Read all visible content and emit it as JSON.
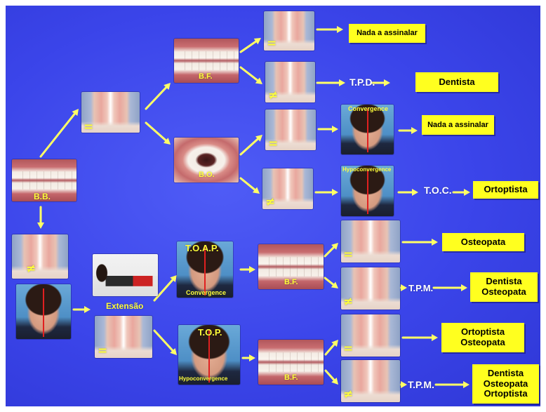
{
  "labels": {
    "bb": "B.B.",
    "bf": "B.F.",
    "bo": "B.O.",
    "extensao": "Extensão",
    "toap": "T.O.A.P.",
    "top": "T.O.P.",
    "convergence": "Convergence",
    "hypoconvergence": "Hypoconvergence",
    "tpd": "T.P.D.",
    "toc": "T.O.C.",
    "tpm": "T.P.M."
  },
  "symbols": {
    "equal": "=",
    "not_equal": "≠"
  },
  "outcomes": {
    "nada": "Nada a assinalar",
    "dentista": "Dentista",
    "ortoptista": "Ortoptista",
    "osteopata": "Osteopata"
  },
  "colors": {
    "background": "#3b45ea",
    "label_yellow": "#ffff3a",
    "box_yellow": "#ffff1f",
    "arrow": "#ffff66",
    "midline": "#e02020"
  }
}
